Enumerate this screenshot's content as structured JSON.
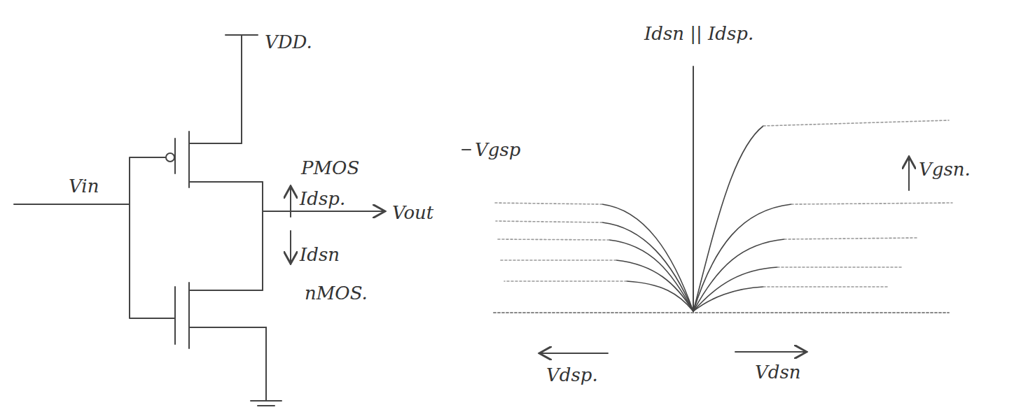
{
  "diagram": {
    "labels": [
      "VDD.",
      "PMOS",
      "Vin",
      "Idsp.",
      "Vout",
      "Idsn",
      "nMOS.",
      "Idsn || Idsp.",
      "Vgsp",
      "Vgsn.",
      "Vdsp.",
      "Vdsn"
    ]
  }
}
